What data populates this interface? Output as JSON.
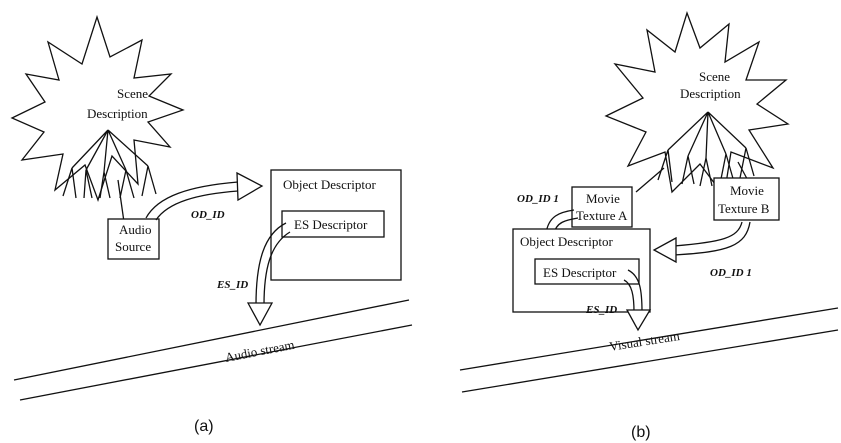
{
  "panel_a": {
    "caption": "(a)",
    "scene_label_1": "Scene",
    "scene_label_2": "Description",
    "audio_source_1": "Audio",
    "audio_source_2": "Source",
    "object_descriptor": "Object Descriptor",
    "es_descriptor": "ES Descriptor",
    "od_id": "OD_ID",
    "es_id": "ES_ID",
    "stream": "Audio stream"
  },
  "panel_b": {
    "caption": "(b)",
    "scene_label_1": "Scene",
    "scene_label_2": "Description",
    "movie_a_1": "Movie",
    "movie_a_2": "Texture A",
    "movie_b_1": "Movie",
    "movie_b_2": "Texture B",
    "object_descriptor": "Object Descriptor",
    "es_descriptor": "ES Descriptor",
    "od_id_left": "OD_ID 1",
    "od_id_right": "OD_ID 1",
    "es_id": "ES_ID",
    "stream": "Visual stream"
  }
}
